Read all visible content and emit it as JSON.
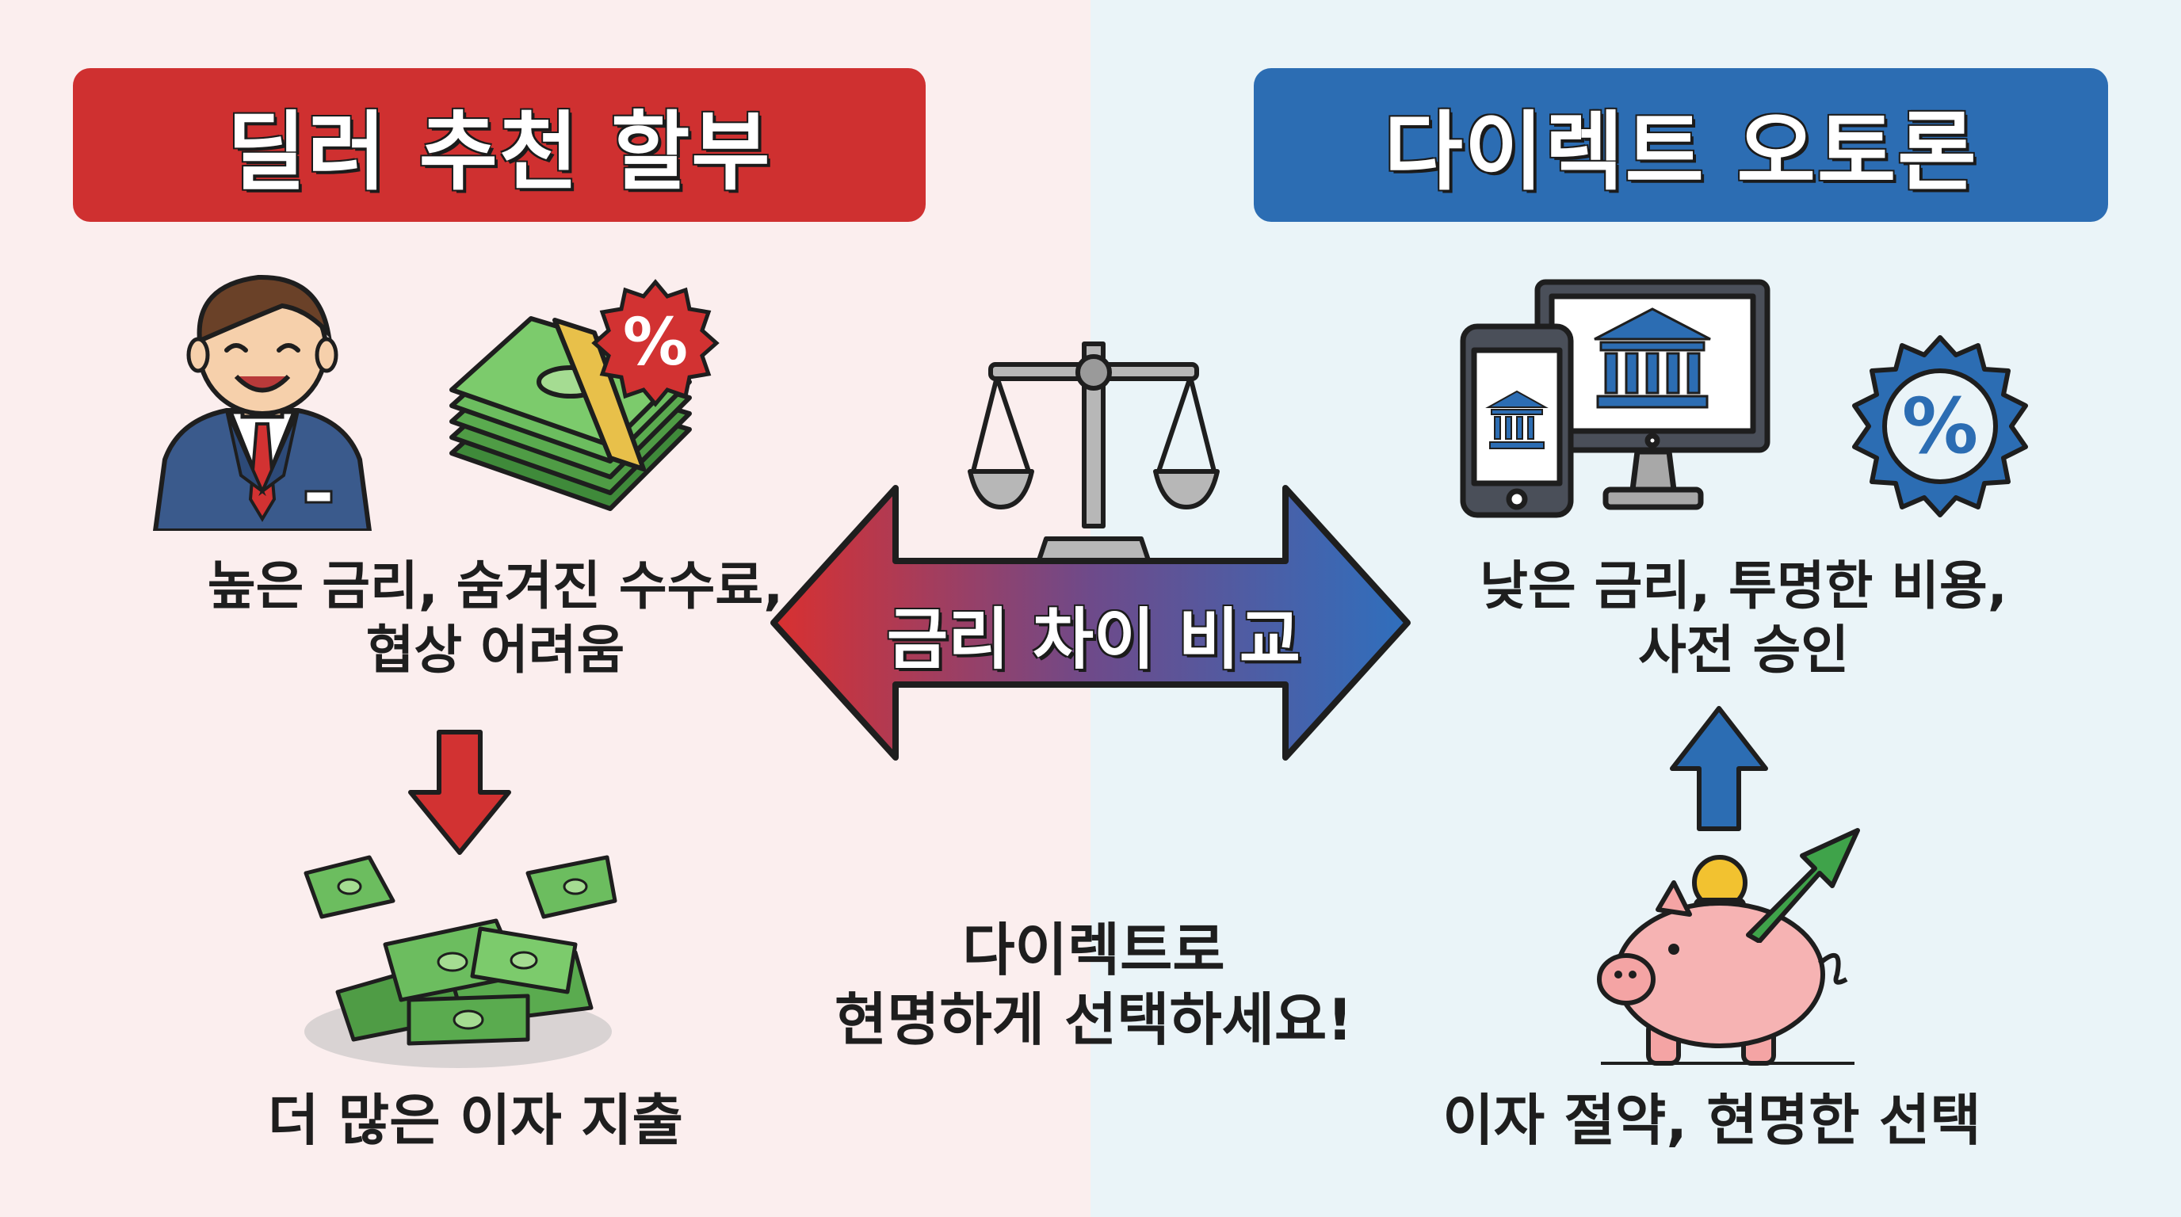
{
  "left": {
    "title": "딜러 추천 할부",
    "caption_line1": "높은 금리, 숨겨진 수수료,",
    "caption_line2": "협상 어려움",
    "bottom_caption": "더 많은 이자 지출",
    "percent_badge": "%",
    "accent_color": "#cf3030"
  },
  "right": {
    "title": "다이렉트 오토론",
    "caption_line1": "낮은 금리, 투명한 비용,",
    "caption_line2": "사전 승인",
    "bottom_caption": "이자 절약, 현명한 선택",
    "percent_badge": "%",
    "accent_color": "#2c6db3"
  },
  "center": {
    "arrow_label": "금리 차이 비교",
    "message_line1": "다이렉트로",
    "message_line2": "현명하게 선택하세요!"
  },
  "icons": {
    "dealer": "dealer-person-icon",
    "cash_stack": "cash-stack-icon",
    "scale": "balance-scale-icon",
    "double_arrow": "double-arrow-icon",
    "down_arrow": "down-arrow-icon",
    "money_pile": "money-pile-icon",
    "devices": "bank-devices-icon",
    "up_arrow": "up-arrow-icon",
    "piggy": "piggy-bank-icon",
    "growth": "growth-arrow-icon"
  }
}
